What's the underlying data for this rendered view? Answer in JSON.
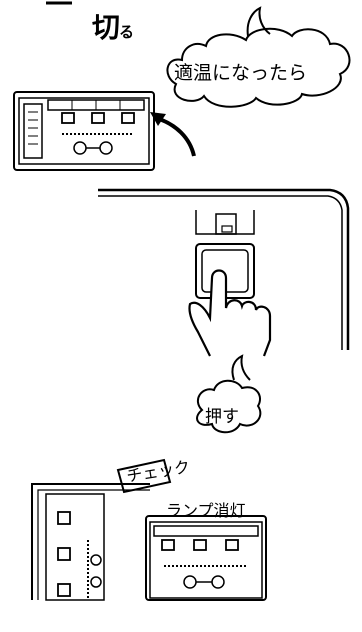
{
  "title": {
    "main": "切",
    "small": "る"
  },
  "callouts": {
    "when_temp": "適温になったら",
    "push": "押す",
    "check": "チェック",
    "lamp_off": "ランプ消灯"
  }
}
